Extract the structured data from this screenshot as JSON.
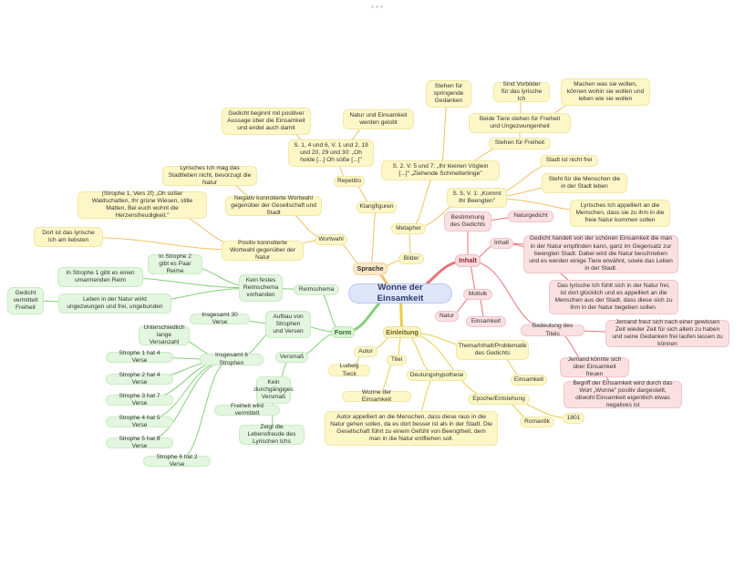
{
  "map": {
    "central": "Wonne der Einsamkeit",
    "branches": {
      "sprache": "Sprache",
      "inhalt": "Inhalt",
      "form": "Form",
      "einleitung": "Einleitung"
    },
    "sprache": {
      "klangfiguren": "Klangfiguren",
      "repetitio": "Repetitio",
      "repetitio_example": "S. 1, 4 und 6, V. 1 und 2, 19 und 20, 29 und 30: „Oh holde [...] Oh süße [...]\"",
      "gedicht_beginnt": "Gedicht beginnt mit positiver Aussage über die Einsamkeit und endet auch damit",
      "natur_gelobt": "Natur und Einsamkeit werden gelobt",
      "wortwahl": "Wortwahl",
      "negativ_wortwahl": "Negativ konnotierte Wortwahl gegenüber der Gesellschaft und Stadt",
      "lyrisches_ich_mag": "Lyrisches Ich mag das Stadtleben nicht, bevorzugt die Natur",
      "positiv_wortwahl": "Positiv konnotierte Wortwahl gegenüber der Natur",
      "strophe1_zitat": "(Strophe 1, Vers 2f) „Oh süßer Waldschatten, Ihr grüne Wiesen, stille Matten, Bei euch wohnt die Herzensfreudigkeit.\"",
      "dort_liebsten": "Dort ist das lyrische Ich am liebsten",
      "bilder": "Bilder",
      "metapher": "Metapher",
      "metapher_voeglein": "S. 2. V. 5 und 7: „Ihr kleinen Vöglein [...]\" „Ziehende Schmetterlinge\"",
      "stehen_fuer_springende": "Stehen für springende Gedanken",
      "stehen_fuer_freiheit": "Stehen für Freiheit",
      "beide_tiere": "Beide Tiere stehen für Freiheit und Ungezwungenheit",
      "sind_vorbilder": "Sind Vorbilder für das lyrische Ich",
      "machen_was": "Machen was sie wollen, können wohin sie wollen und leben wie sie wollen",
      "kommt_her": "S. 5, V. 1: „Kommt Ihr Beengten\"",
      "stadt_nicht_frei": "Stadt ist nicht frei",
      "steht_fuer_menschen": "Steht für die Menschen die in der Stadt leben",
      "lyrisches_appelliert": "Lyrisches Ich appelliert an die Menschen, dass sie zu ihm in die freie Natur kommen sollen"
    },
    "inhalt": {
      "bestimmung": "Bestimmung des Gedichts",
      "naturgedicht": "Naturgedicht",
      "inhalt_sub": "Inhalt",
      "gedicht_handelt": "Gedicht handelt von der schönen Einsamkeit die man in der Natur empfinden kann, ganz im Gegensatz zur beengten Stadt. Dabei wird die Natur beschrieben und es werden einige Tiere erwähnt, sowie das Leben in der Stadt.",
      "lyrische_ich_fuehlt": "Das lyrische Ich fühlt sich in der Natur frei, ist dort glücklich und es appelliert an die Menschen aus der Stadt, dass diese sich zu ihm in der Natur begeben sollen.",
      "motivik": "Motivik",
      "natur": "Natur",
      "einsamkeit": "Einsamkeit",
      "bedeutung_titel": "Bedeutung des Titels",
      "jemand_freut": "Jemand freut sich nach einer gewissen Zeit wieder Zeit für sich allein zu haben und seine Gedanken frei laufen lassen zu können",
      "jemand_konnte": "Jemand könnte sich über Einsamkeit freuen",
      "begriff_einsamkeit": "Begriff der Einsamkeit wird durch das Wort „Wonne\" positiv dargestellt, obwohl Einsamkeit eigentlich etwas negatives ist"
    },
    "form": {
      "reimschema": "Reimschema",
      "kein_festes": "Kein festes Reimschema vorhanden",
      "strophe2_paar": "In Strophe 2 gibt es Paar Reime",
      "strophe1_umarmend": "In Strophe 1 gibt es einen umarmenden Reim",
      "leben_natur": "Leben in der Natur wirkt ungezwungen und frei, ungebunden",
      "gedicht_vermittelt": "Gedicht vermittelt Freiheit",
      "aufbau": "Aufbau von Strophen und Versen",
      "insgesamt_30": "Insgesamt 30 Verse",
      "unterschiedlich": "Unterschiedlich lange Versanzahl",
      "insgesamt_6": "Insgesamt 6 Strophen",
      "s1": "Strophe 1 hat 4 Verse",
      "s2": "Strophe 2 hat 4 Verse",
      "s3": "Strophe 3 hat 7 Verse",
      "s4": "Strophe 4 hat 5 Verse",
      "s5": "Strophe 5 hat 8 Verse",
      "s6": "Strophe 6 hat 2 Verse",
      "versmass": "Versmaß",
      "kein_versmass": "Kein durchgängiges Versmaß",
      "freiheit_vermittelt": "Freiheit wird vermittelt",
      "zeigt_lebensfreude": "Zeigt die Lebensfreude des Lyrischen Ichs"
    },
    "einleitung": {
      "autor": "Autor",
      "ludwig_tieck": "Ludwig Tieck",
      "titel": "Titel",
      "wonne_titel": "Wonne der Einsamkeit",
      "deutungshypothese": "Deutungshypothese",
      "deutung_text": "Autor appelliert an die Menschen, dass diese raus in die Natur gehen sollen, da es dort besser ist als in der Stadt. Die Gesellschaft führt zu einem Gefühl von Beengtheit, dem man in die Natur entfliehen soll.",
      "thema": "Thema/Inhalt/Problematik des Gedichts",
      "einsamkeit": "Einsamkeit",
      "epoche": "Epoche/Entstehung",
      "romantik": "Romantik",
      "jahr": "1801"
    }
  },
  "colors": {
    "sprache_line": "#f0b64a",
    "inhalt_line": "#e35a62",
    "form_line": "#6cc95f",
    "einleitung_line": "#e4c52a",
    "central_fill": "#dfe5f8"
  }
}
